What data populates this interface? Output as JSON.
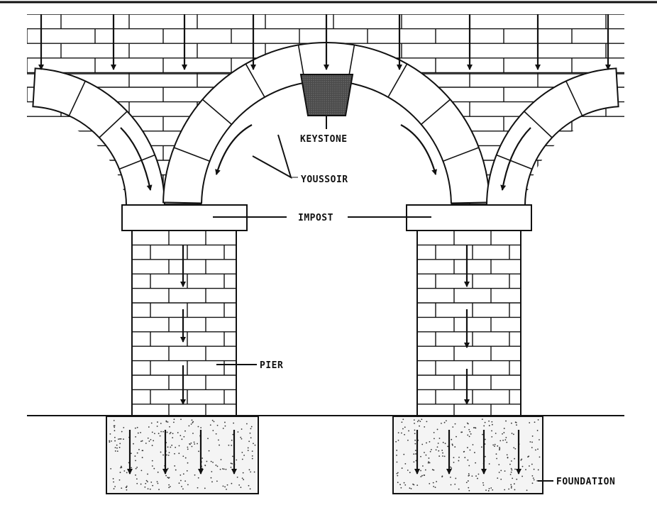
{
  "labels": {
    "keystone": "KEYSTONE",
    "voussoir": "YOUSSOIR",
    "impost": "IMPOST",
    "pier": "PIER",
    "foundation": "FOUNDATION"
  },
  "colors": {
    "ink": "#111111",
    "background": "#ffffff",
    "keystone_fill": "#5a5a5a"
  }
}
